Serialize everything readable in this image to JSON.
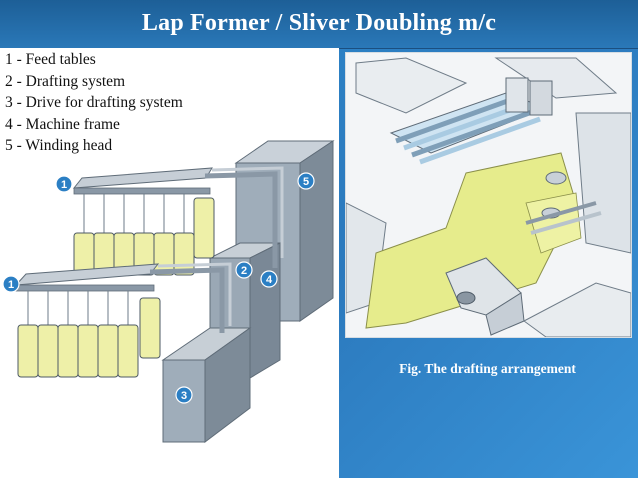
{
  "slide": {
    "title": "Lap Former / Sliver Doubling m/c",
    "legend_items": [
      "1 -  Feed tables",
      "2 -  Drafting system",
      "3 -  Drive for drafting system",
      "4 -  Machine frame",
      "5 -  Winding head"
    ],
    "figure_caption": "Fig. The drafting arrangement"
  },
  "diagram": {
    "callouts": [
      "1",
      "1",
      "2",
      "3",
      "4",
      "5"
    ]
  },
  "colors": {
    "title_bar": "#1d5f97",
    "background": "#2b79bd",
    "callout_fill": "#2b7fc4",
    "sliver_can": "#eef0a8",
    "machine_frame": "#8a98a6",
    "fleece": "#e6ec8c"
  }
}
